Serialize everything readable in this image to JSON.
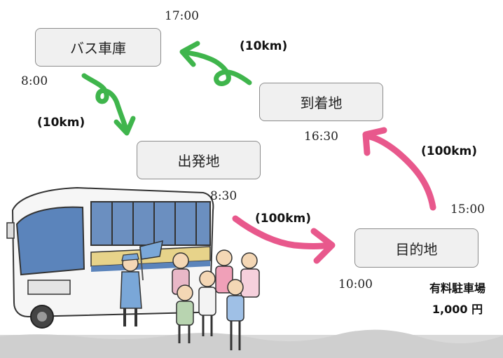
{
  "places": {
    "garage": "バス車庫",
    "departure": "出発地",
    "destination": "目的地",
    "arrival": "到着地"
  },
  "times": {
    "garage_out": "8:00",
    "departure": "8:30",
    "destination_arrive": "10:00",
    "destination_leave": "15:00",
    "arrival": "16:30",
    "garage_in": "17:00"
  },
  "distances": {
    "garage_to_departure": "(10km)",
    "departure_to_destination": "(100km)",
    "destination_to_arrival": "(100km)",
    "arrival_to_garage": "(10km)"
  },
  "parking": {
    "label": "有料駐車場",
    "price": "1,000 円"
  },
  "colors": {
    "green_arrow": "#3fb54c",
    "pink_arrow": "#e8588c"
  }
}
